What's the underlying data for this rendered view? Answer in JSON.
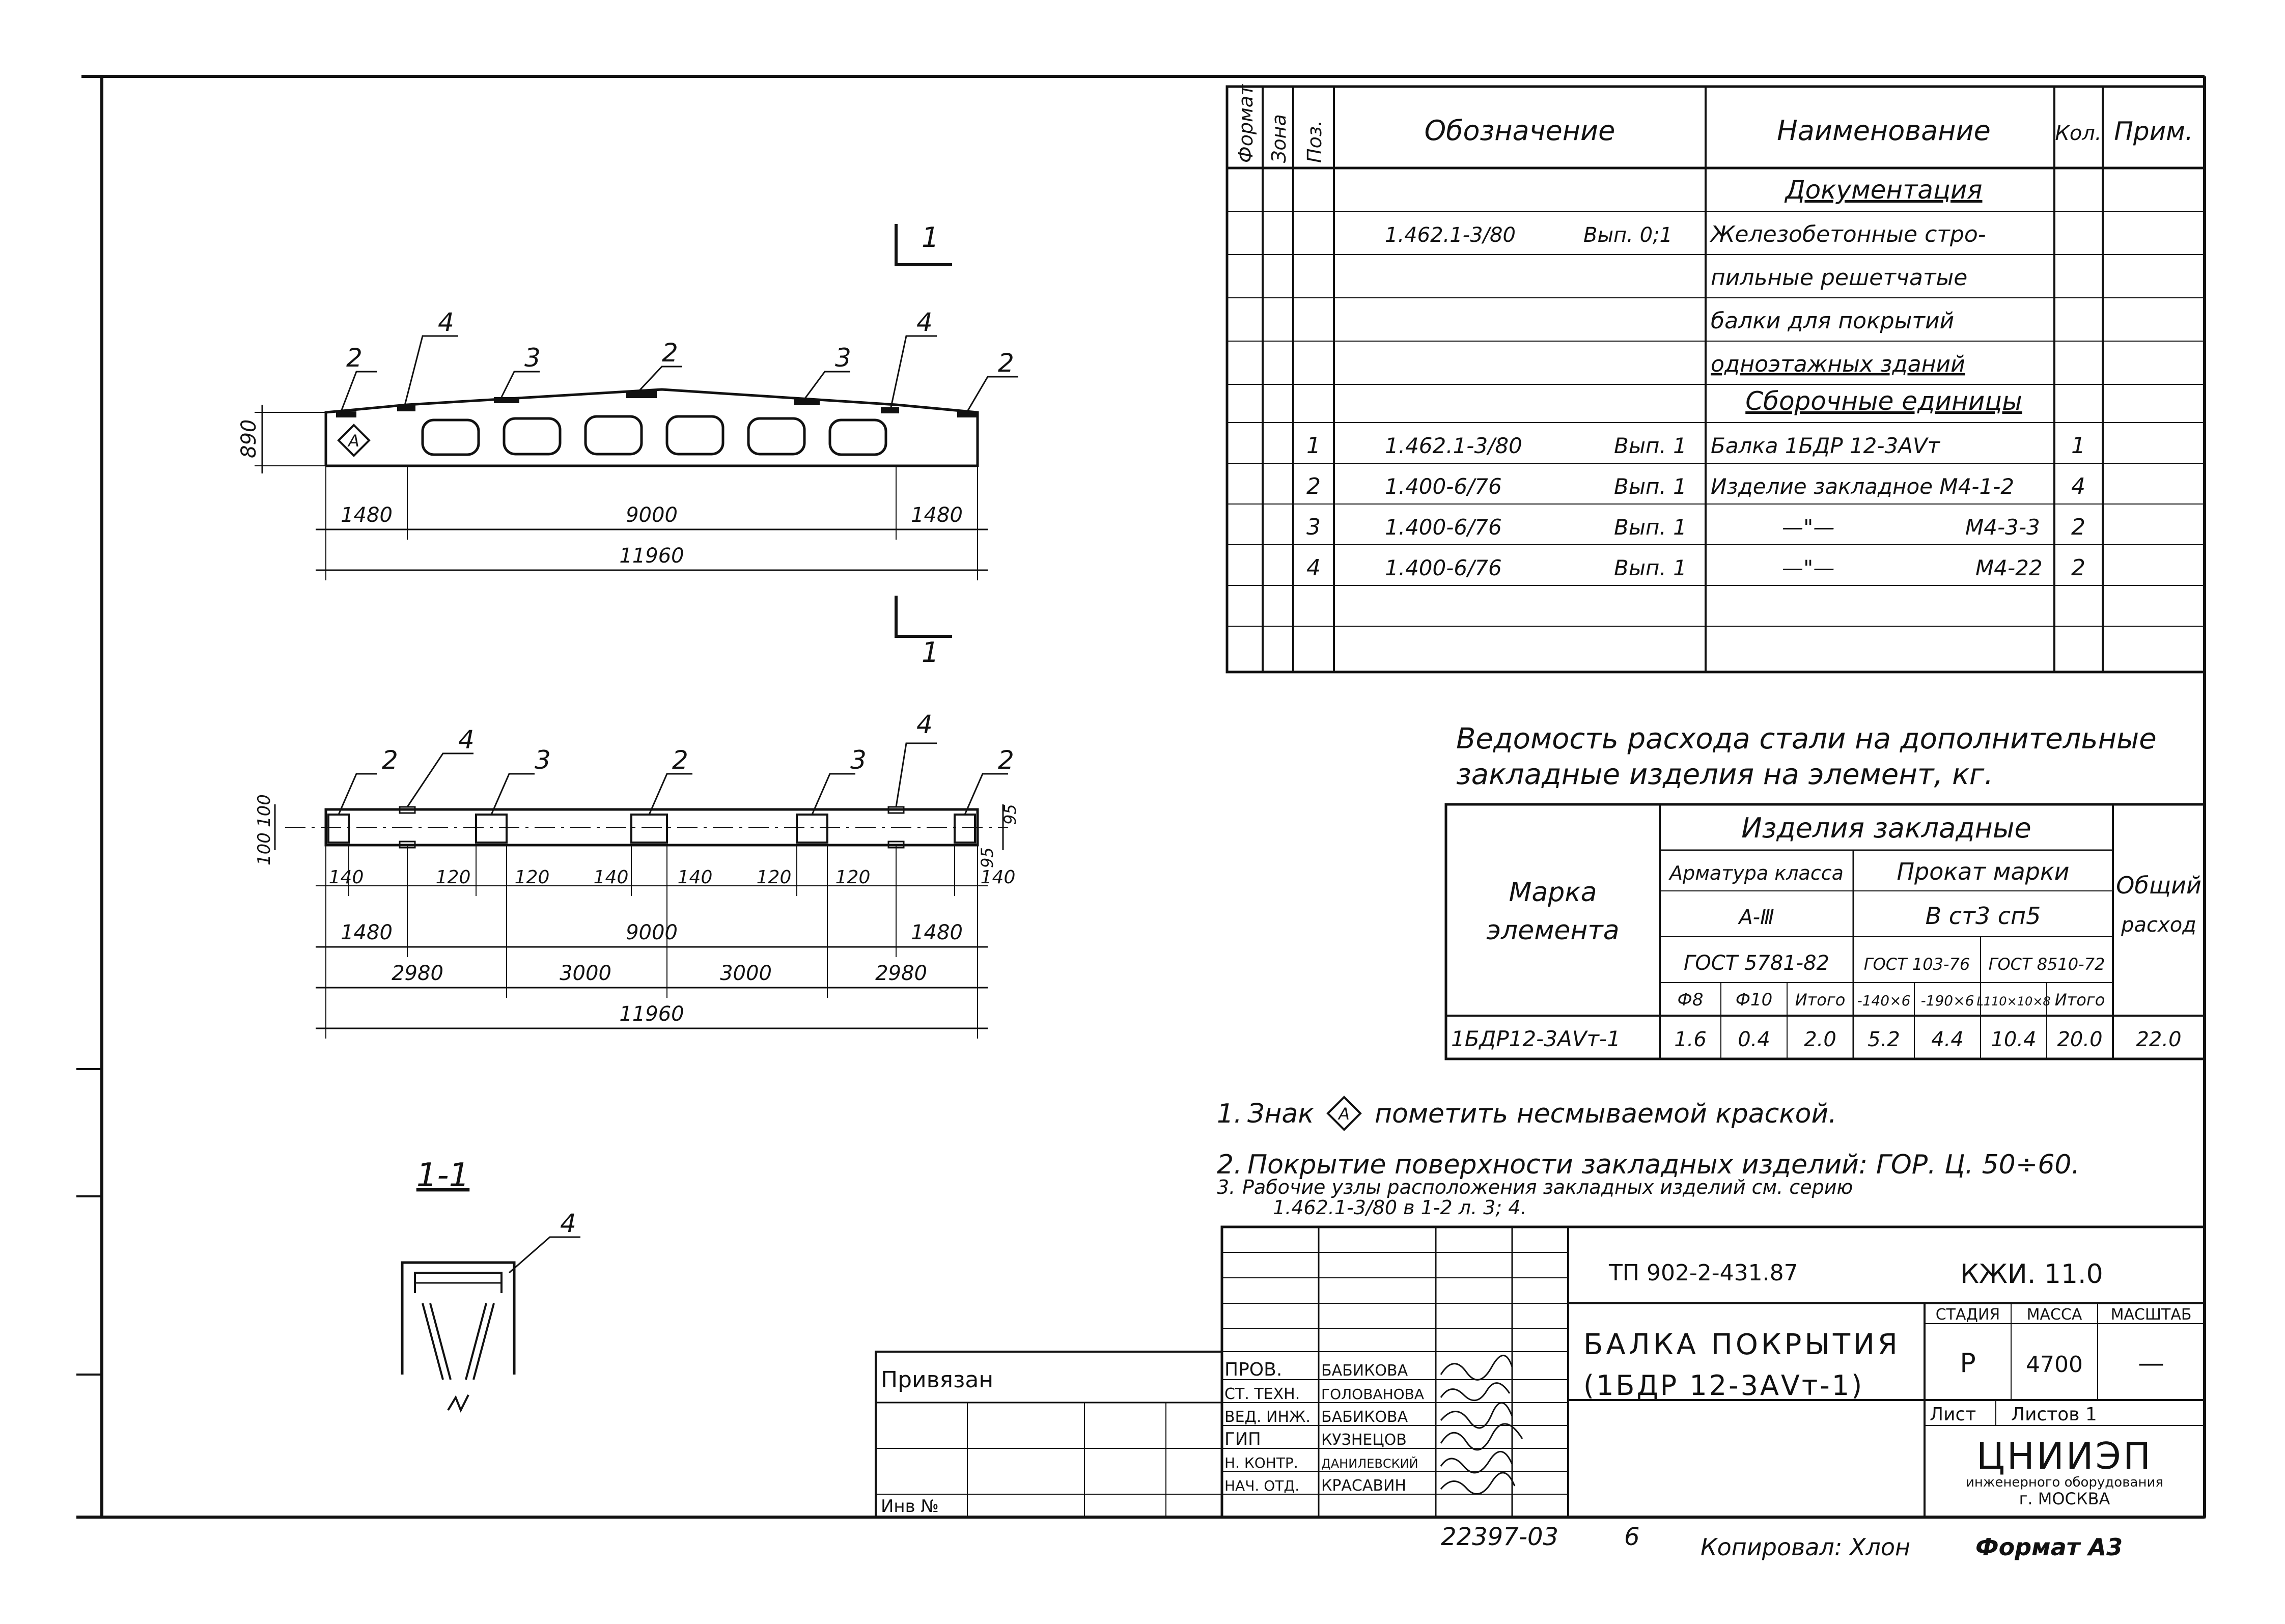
{
  "spec_table": {
    "headers": {
      "format": "Формат",
      "zone": "Зона",
      "pos": "Поз.",
      "designation": "Обозначение",
      "name": "Наименование",
      "qty": "Кол.",
      "note": "Прим."
    },
    "section_docs": "Документация",
    "doc_designation": "1.462.1-3/80",
    "doc_issue": "Вып. 0;1",
    "doc_name_lines": [
      "Железобетонные стро-",
      "пильные решетчатые",
      "балки для покрытий",
      "одноэтажных зданий"
    ],
    "section_units": "Сборочные единицы",
    "rows": [
      {
        "pos": "1",
        "designation": "1.462.1-3/80",
        "issue": "Вып. 1",
        "name": "Балка 1БДР 12-3АⅤт",
        "mark": "",
        "qty": "1"
      },
      {
        "pos": "2",
        "designation": "1.400-6/76",
        "issue": "Вып. 1",
        "name": "Изделие закладное М4-1-2",
        "mark": "",
        "qty": "4"
      },
      {
        "pos": "3",
        "designation": "1.400-6/76",
        "issue": "Вып. 1",
        "name": "—\"—",
        "mark": "М4-3-3",
        "qty": "2"
      },
      {
        "pos": "4",
        "designation": "1.400-6/76",
        "issue": "Вып. 1",
        "name": "—\"—",
        "mark": "М4-22",
        "qty": "2"
      }
    ]
  },
  "steel_table": {
    "title_lines": [
      "Ведомость расхода стали на дополнительные",
      "закладные изделия на элемент, кг."
    ],
    "header_group": "Изделия закладные",
    "mark_label_lines": [
      "Марка",
      "элемента"
    ],
    "total_label_lines": [
      "Общий",
      "расход"
    ],
    "rebar_class": "Арматура класса",
    "rebar_grade": "А-Ⅲ",
    "rebar_gost": "ГОСТ 5781-82",
    "rolled_label": "Прокат марки",
    "rolled_grade": "В ст3 сп5",
    "rolled_gost1": "ГОСТ 103-76",
    "rolled_gost2": "ГОСТ 8510-72",
    "subcols": [
      "Ф8",
      "Ф10",
      "Итого",
      "-140×6",
      "-190×6",
      "L110×10×8",
      "Итого"
    ],
    "row_mark": "1БДР12-3АⅤт-1",
    "row_values": [
      "1.6",
      "0.4",
      "2.0",
      "5.2",
      "4.4",
      "10.4",
      "20.0",
      "22.0"
    ]
  },
  "notes": [
    {
      "num": "1.",
      "before": "Знак",
      "after": "пометить несмываемой краской."
    },
    {
      "num": "2.",
      "text": "Покрытие поверхности закладных изделий: ГОР. Ц. 50÷60."
    },
    {
      "num": "3.",
      "line1": "Рабочие узлы расположения закладных изделий см. серию",
      "line2": "1.462.1-3/80 в 1-2   л. 3; 4."
    }
  ],
  "drawing": {
    "mark_symbol": "А",
    "section_mark": "1",
    "section_title": "1-1",
    "height_label": "890",
    "elev": {
      "pos_labels": [
        "2",
        "4",
        "3",
        "2",
        "3",
        "4",
        "2"
      ],
      "dims_row1": [
        "1480",
        "9000",
        "1480"
      ],
      "dim_total": "11960"
    },
    "plan": {
      "pos_labels": [
        "2",
        "4",
        "3",
        "2",
        "3",
        "4",
        "2"
      ],
      "side_left": [
        "100",
        "100"
      ],
      "side_right": [
        "95",
        "95"
      ],
      "small_dims": [
        "140",
        "120",
        "120",
        "140",
        "140",
        "120",
        "120",
        "140"
      ],
      "dims_row1": [
        "1480",
        "9000",
        "1480"
      ],
      "dims_row2": [
        "2980",
        "3000",
        "3000",
        "2980"
      ],
      "dim_total": "11960"
    },
    "section_pos": "4"
  },
  "title_block": {
    "project_code": "ТП 902-2-431.87",
    "sheet_code": "КЖИ. 11.0",
    "title_line1": "БАЛКА ПОКРЫТИЯ",
    "title_line2": "(1БДР 12-3АⅤт-1)",
    "stage_label": "СТАДИЯ",
    "mass_label": "МАССА",
    "scale_label": "МАСШТАБ",
    "stage": "Р",
    "mass": "4700",
    "scale": "—",
    "sheet_label": "Лист",
    "sheets_label": "Листов 1",
    "org_name": "ЦНИИЭП",
    "org_sub": "инженерного оборудования",
    "org_city": "г. МОСКВА",
    "privyazan": "Привязан",
    "inv": "Инв №",
    "signers": [
      {
        "role": "ПРОВ.",
        "name": "БАБИКОВА"
      },
      {
        "role": "СТ. ТЕХН.",
        "name": "ГОЛОВАНОВА"
      },
      {
        "role": "ВЕД. ИНЖ.",
        "name": "БАБИКОВА"
      },
      {
        "role": "ГИП",
        "name": "КУЗНЕЦОВ"
      },
      {
        "role": "Н. КОНТР.",
        "name": "ДАНИЛЕВСКИЙ"
      },
      {
        "role": "НАЧ. ОТД.",
        "name": "КРАСАВИН"
      }
    ]
  },
  "footer": {
    "doc_no": "22397-03",
    "num": "6",
    "copied": "Копировал: Хлон",
    "format": "Формат А3"
  }
}
